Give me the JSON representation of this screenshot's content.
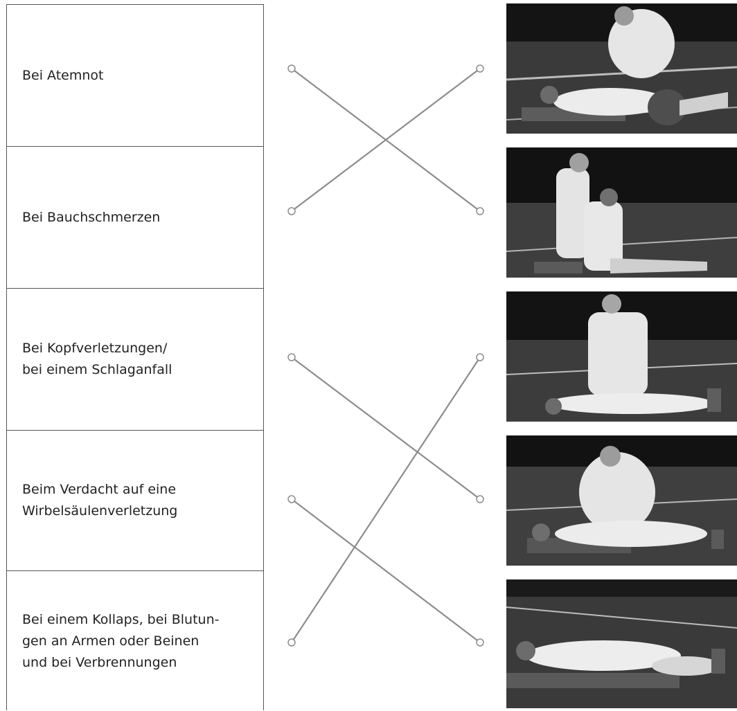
{
  "prompts": [
    {
      "text": "Bei Atemnot"
    },
    {
      "text": "Bei Bauchschmerzen"
    },
    {
      "text": "Bei Kopfverletzungen/\nbei einem Schlaganfall"
    },
    {
      "text": "Beim Verdacht auf eine\nWirbelsäulenverletzung"
    },
    {
      "text": "Bei einem Kollaps, bei Blutun-\ngen an Armen oder Beinen\nund bei Verbrennungen"
    }
  ],
  "photos": [
    {
      "depicts": "rescuer-kneeling-over-person-lying-on-back-head-on-blanket"
    },
    {
      "depicts": "rescuer-supporting-person-sitting-upright"
    },
    {
      "depicts": "rescuer-standing-over-person-lying-flat"
    },
    {
      "depicts": "rescuer-kneeling-over-person-with-raised-upper-body"
    },
    {
      "depicts": "person-lying-on-back-on-blanket"
    }
  ],
  "matches": [
    {
      "prompt": 1,
      "photo": 2
    },
    {
      "prompt": 2,
      "photo": 1
    },
    {
      "prompt": 3,
      "photo": 4
    },
    {
      "prompt": 4,
      "photo": 5
    },
    {
      "prompt": 5,
      "photo": 3
    }
  ],
  "colors": {
    "line": "#8c8c8c",
    "border": "#555555",
    "text": "#222222"
  }
}
